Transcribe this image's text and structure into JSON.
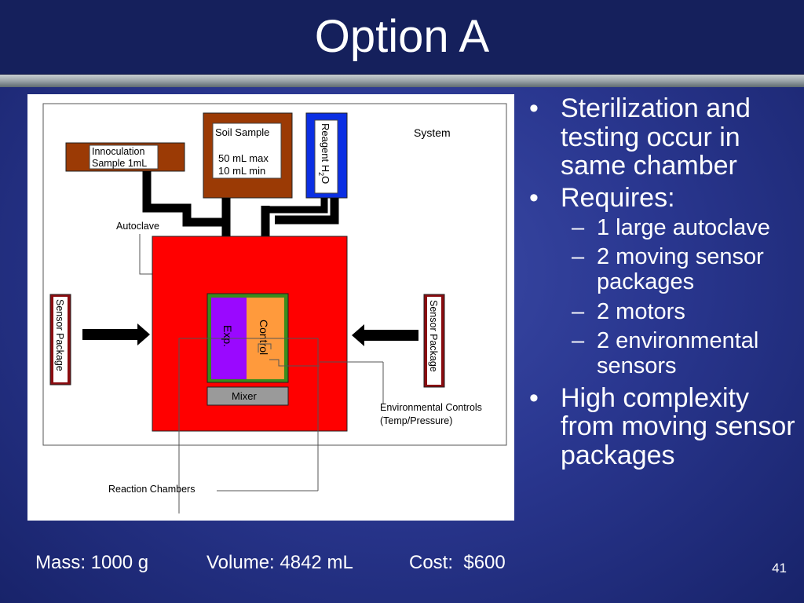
{
  "slide": {
    "title": "Option A",
    "page_number": "41"
  },
  "diagram": {
    "system_label": "System",
    "inoculation": {
      "line1": "Innoculation",
      "line2": "Sample 1mL"
    },
    "soil": {
      "line1": "Soil Sample",
      "line2": "50 mL max",
      "line3": "10 mL min"
    },
    "reagent": {
      "text": "Reagent H",
      "sub": "2",
      "tail": "O"
    },
    "autoclave_label": "Autoclave",
    "sensor_left": "Sensor Package",
    "sensor_right": "Sensor Package",
    "exp_label": "Exp.",
    "control_label": "Control",
    "mixer_label": "Mixer",
    "env_controls": {
      "line1": "Environmental Controls",
      "line2": "(Temp/Pressure)"
    },
    "reaction_chambers": "Reaction Chambers",
    "colors": {
      "brown": "#9b3a05",
      "red": "#ff0000",
      "blue": "#0b2fe3",
      "maroon": "#8a0c10",
      "purple": "#9a08ff",
      "orange": "#ff9a3c",
      "green": "#3a8c1c",
      "gray": "#9a9a9a"
    }
  },
  "bullets": [
    {
      "text": "Sterilization and testing occur in same chamber",
      "sub": []
    },
    {
      "text": "Requires:",
      "sub": [
        "1 large autoclave",
        "2 moving sensor packages",
        "2 motors",
        "2 environmental sensors"
      ]
    },
    {
      "text": "High complexity from moving sensor packages",
      "sub": []
    }
  ],
  "footer": {
    "mass": "Mass: 1000 g",
    "volume": "Volume: 4842 mL",
    "cost": "Cost:  $600"
  }
}
